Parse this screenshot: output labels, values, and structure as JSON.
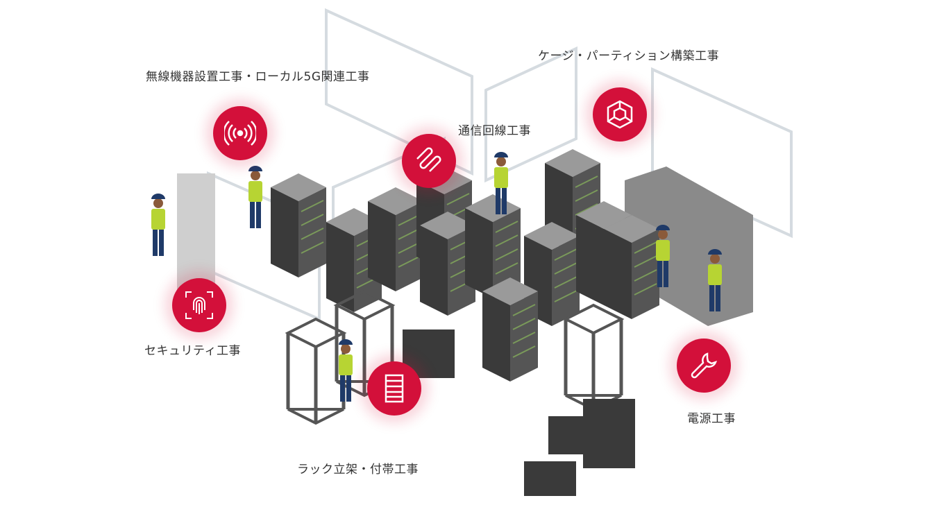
{
  "accent_color": "#d3103a",
  "services": [
    {
      "label": "無線機器設置工事・ローカル5G関連工事",
      "icon": "wireless-signal-icon"
    },
    {
      "label": "ケージ・パーティション構築工事",
      "icon": "cube-icon"
    },
    {
      "label": "通信回線工事",
      "icon": "cable-icon"
    },
    {
      "label": "セキュリティ工事",
      "icon": "fingerprint-icon"
    },
    {
      "label": "ラック立架・付帯工事",
      "icon": "rack-icon"
    },
    {
      "label": "電源工事",
      "icon": "wrench-icon"
    }
  ]
}
